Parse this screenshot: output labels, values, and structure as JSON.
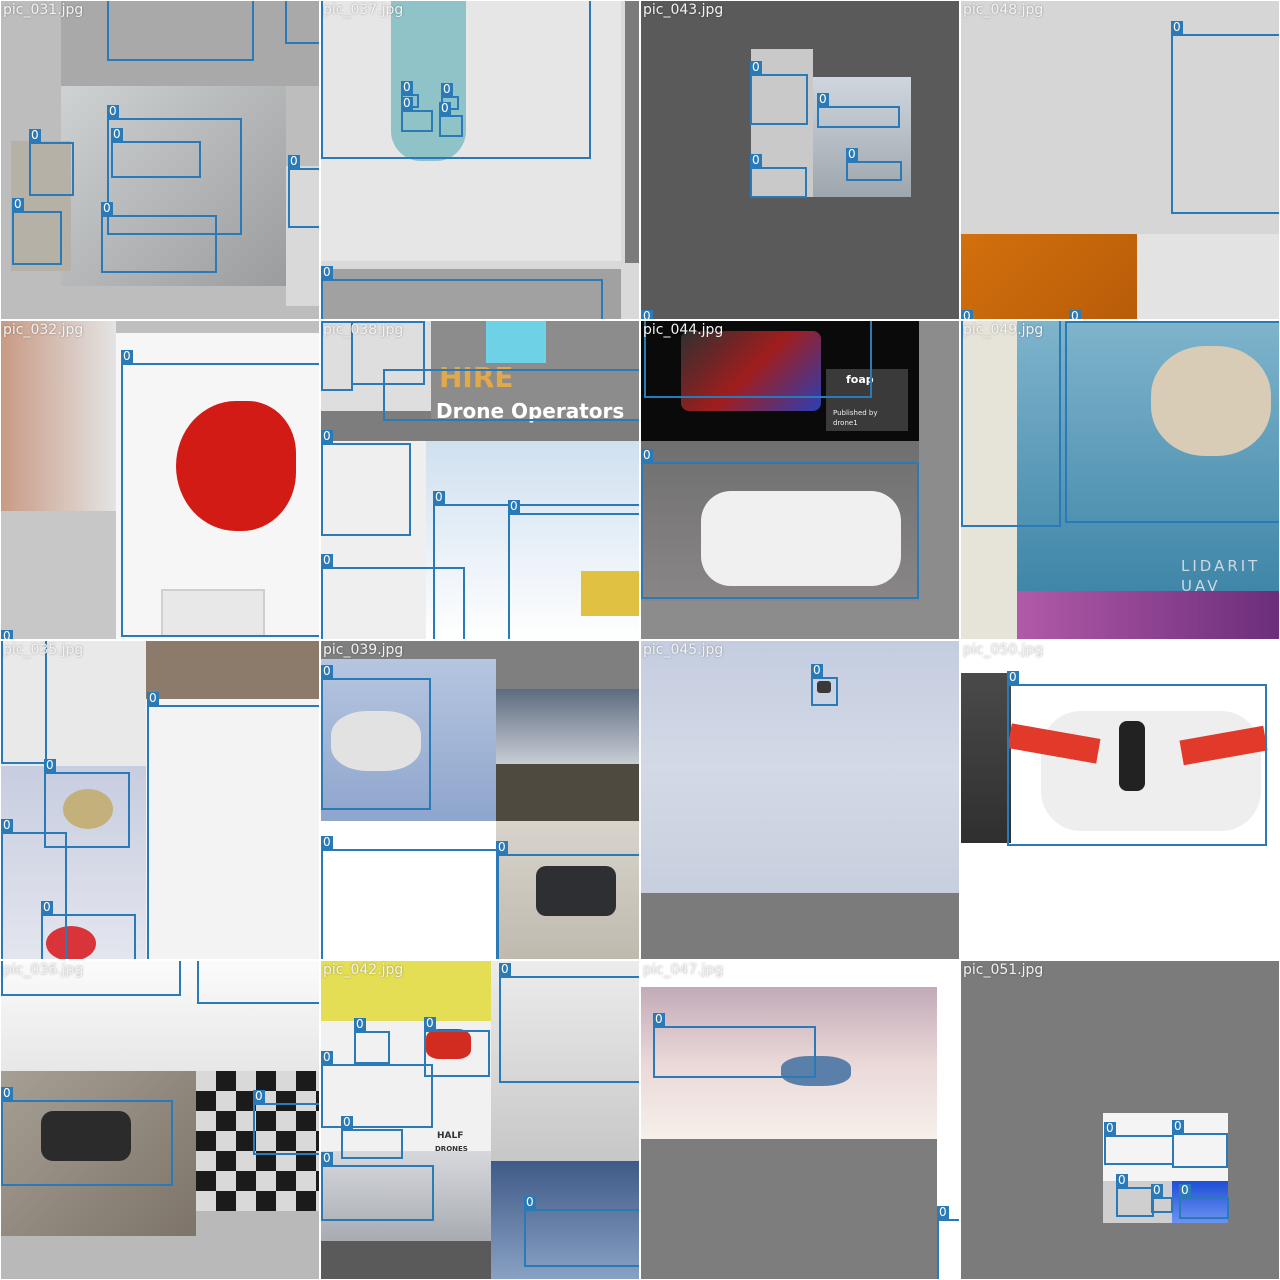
{
  "grid": {
    "tiles": [
      {
        "filename": "pic_031.jpg"
      },
      {
        "filename": "pic_037.jpg"
      },
      {
        "filename": "pic_043.jpg"
      },
      {
        "filename": "pic_048.jpg"
      },
      {
        "filename": "pic_032.jpg"
      },
      {
        "filename": "pic_038.jpg"
      },
      {
        "filename": "pic_044.jpg"
      },
      {
        "filename": "pic_049.jpg"
      },
      {
        "filename": "pic_035.jpg"
      },
      {
        "filename": "pic_039.jpg"
      },
      {
        "filename": "pic_045.jpg"
      },
      {
        "filename": "pic_050.jpg"
      },
      {
        "filename": "pic_036.jpg"
      },
      {
        "filename": "pic_042.jpg"
      },
      {
        "filename": "pic_047.jpg"
      },
      {
        "filename": "pic_051.jpg"
      }
    ]
  },
  "box_label": "0",
  "embedded_text": {
    "hire": "HIRE",
    "operators": "Drone Operators",
    "foap": "foap",
    "published": "Published by",
    "author": "drone1",
    "lidarit": "LIDARIT",
    "uav": "UAV",
    "brand1": "HALF",
    "brand2": "DRONES"
  },
  "colors": {
    "box": "#2a7ab8",
    "tile_bg": "#727272"
  }
}
